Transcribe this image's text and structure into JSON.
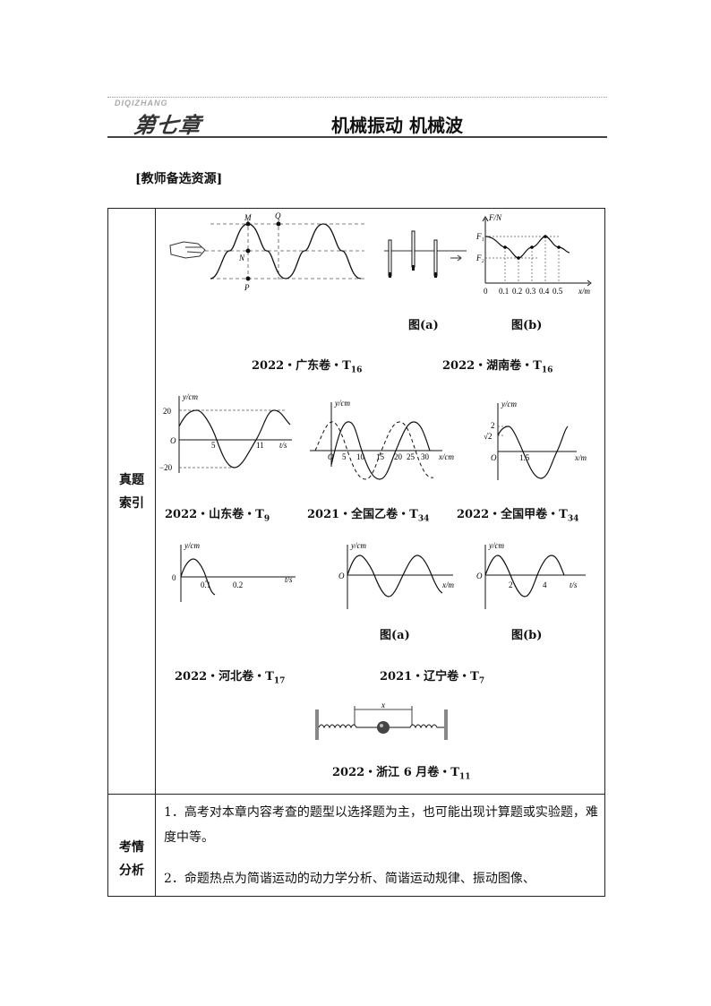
{
  "header": {
    "pinyin": "DIQIZHANG",
    "chapter": "第七章",
    "title": "机械振动  机械波"
  },
  "prep_title": "[教师备选资源]",
  "sections": {
    "index_label": [
      "真题",
      "索引"
    ],
    "analysis_label": [
      "考情",
      "分析"
    ]
  },
  "figures": {
    "fig_a": "图(a)",
    "fig_b": "图(b)",
    "gd": {
      "M": "M",
      "Q": "Q",
      "N": "N",
      "P": "P"
    },
    "hn_b": {
      "yaxis": "F/N",
      "F1": "F₁",
      "F2": "F₂",
      "xaxis": "x/m",
      "ticks": [
        "0",
        "0.1",
        "0.2",
        "0.3",
        "0.4",
        "0.5"
      ]
    },
    "sd": {
      "yaxis": "y/cm",
      "xaxis": "t/s",
      "y_top": "20",
      "y_bot": "−20",
      "o": "O",
      "ticks": [
        "5",
        "11"
      ]
    },
    "qgy": {
      "yaxis": "y/cm",
      "xaxis": "x/cm",
      "o": "O",
      "ticks": [
        "5",
        "10",
        "15",
        "20",
        "25",
        "30"
      ]
    },
    "qgj": {
      "yaxis": "y/cm",
      "xaxis": "x/m",
      "y1": "2",
      "y2": "√2",
      "o": "O",
      "tick": "1.5"
    },
    "hb": {
      "yaxis": "y/cm",
      "xaxis": "t/s",
      "o": "0",
      "ticks": [
        "0.1",
        "0.2"
      ]
    },
    "ln_a": {
      "yaxis": "y/cm",
      "xaxis": "x/m",
      "o": "O"
    },
    "ln_b": {
      "yaxis": "y/cm",
      "xaxis": "t/s",
      "o": "O",
      "ticks": [
        "2",
        "4"
      ]
    },
    "zj": {
      "x": "x"
    }
  },
  "captions": {
    "gd": {
      "text": "2022・广东卷・T",
      "sub": "16"
    },
    "hn": {
      "text": "2022・湖南卷・T",
      "sub": "16"
    },
    "sd": {
      "text": "2022・山东卷・T",
      "sub": "9"
    },
    "qgy": {
      "text": "2021・全国乙卷・T",
      "sub": "34"
    },
    "qgj": {
      "text": "2022・全国甲卷・T",
      "sub": "34"
    },
    "hb": {
      "text": "2022・河北卷・T",
      "sub": "17"
    },
    "ln": {
      "text": "2021・辽宁卷・T",
      "sub": "7"
    },
    "zj": {
      "text": "2022・浙江 6 月卷・T",
      "sub": "11"
    }
  },
  "analysis": [
    "1．高考对本章内容考查的题型以选择题为主，也可能出现计算题或实验题，难度中等。",
    "2．命题热点为简谐运动的动力学分析、简谐运动规律、振动图像、"
  ]
}
